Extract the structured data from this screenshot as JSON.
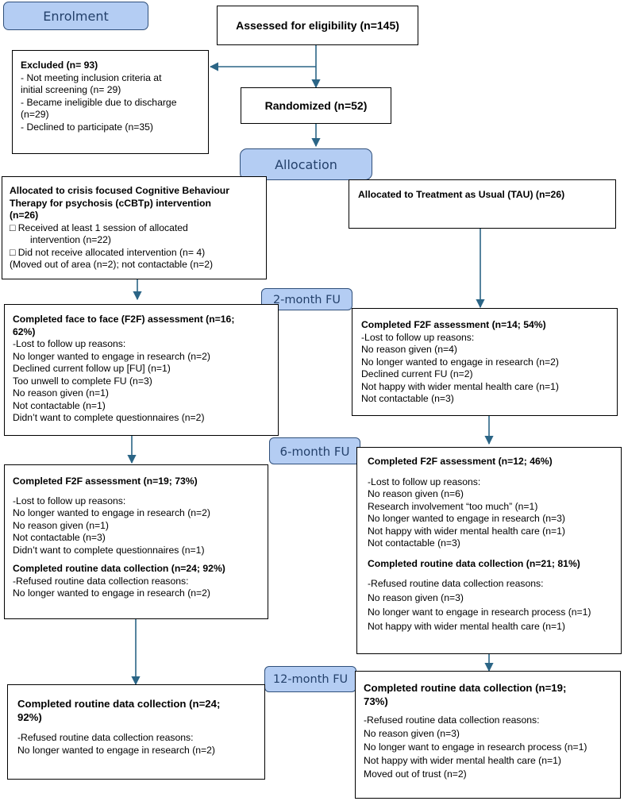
{
  "stages": {
    "enrolment": "Enrolment",
    "allocation": "Allocation",
    "fu2": "2-month FU",
    "fu6": "6-month FU",
    "fu12": "12-month FU"
  },
  "assessed": "Assessed for eligibility (n=145)",
  "randomized": "Randomized (n=52)",
  "excluded": {
    "title": "Excluded (n= 93)",
    "l1": "- Not meeting inclusion criteria at",
    "l2": "initial screening (n= 29)",
    "l3": "- Became ineligible due to discharge",
    "l4": "(n=29)",
    "l5": "-  Declined to participate (n=35)"
  },
  "cbt_alloc": {
    "t1": "Allocated to crisis focused Cognitive Behaviour",
    "t2": "Therapy for psychosis (cCBTp) intervention",
    "t3": "(n=26)",
    "l1": "□ Received at least 1 session of allocated",
    "l2": "intervention (n=22)",
    "l3": "□ Did not receive allocated intervention (n= 4)",
    "l4": "(Moved out of area (n=2); not contactable (n=2)"
  },
  "tau_alloc": "Allocated to Treatment as Usual (TAU) (n=26)",
  "cbt_2m": {
    "t1": "Completed face to face (F2F) assessment (n=16;",
    "t2": "62%)",
    "l1": "-Lost to follow up reasons:",
    "l2": "No longer wanted to engage in research (n=2)",
    "l3": "Declined current follow up [FU] (n=1)",
    "l4": "Too unwell to complete FU (n=3)",
    "l5": "No reason given (n=1)",
    "l6": "Not contactable (n=1)",
    "l7": "Didn’t want to complete questionnaires (n=2)"
  },
  "tau_2m": {
    "t1": "Completed F2F assessment (n=14; 54%)",
    "l1": "-Lost to follow up reasons:",
    "l2": "No reason given (n=4)",
    "l3": "No longer wanted to engage in research (n=2)",
    "l4": "Declined current FU (n=2)",
    "l5": "Not happy with wider mental health care (n=1)",
    "l6": "Not contactable (n=3)"
  },
  "cbt_6m": {
    "t1": "Completed F2F assessment (n=19; 73%)",
    "l1": "-Lost to follow up reasons:",
    "l2": "No longer wanted to engage in research (n=2)",
    "l3": "No reason given (n=1)",
    "l4": "Not contactable (n=3)",
    "l5": "Didn’t want to complete questionnaires (n=1)",
    "t2": "Completed routine data collection (n=24; 92%)",
    "l6": "-Refused routine data collection reasons:",
    "l7": "No longer wanted to engage in research (n=2)"
  },
  "tau_6m": {
    "t1": "Completed F2F assessment (n=12; 46%)",
    "l1": "-Lost to follow up reasons:",
    "l2": "No reason given (n=6)",
    "l3": "Research involvement “too much” (n=1)",
    "l4": "No longer wanted to engage in research (n=3)",
    "l5": "Not happy with wider mental health care (n=1)",
    "l6": "Not contactable (n=3)",
    "t2": "Completed routine data collection (n=21; 81%)",
    "l7": "-Refused routine data collection reasons:",
    "l8": "No reason given (n=3)",
    "l9": "No longer want to engage in research process (n=1)",
    "l10": "Not happy with wider mental health care (n=1)"
  },
  "cbt_12m": {
    "t1": "Completed routine data collection (n=24;",
    "t2": "92%)",
    "l1": "-Refused routine data collection reasons:",
    "l2": "No longer wanted to engage in research (n=2)"
  },
  "tau_12m": {
    "t1": "Completed routine data collection (n=19;",
    "t2": "73%)",
    "l1": "-Refused routine data collection reasons:",
    "l2": "No reason given (n=3)",
    "l3": "No longer want to engage in research process (n=1)",
    "l4": "Not happy with wider mental health care (n=1)",
    "l5": "Moved out of trust (n=2)"
  },
  "colors": {
    "stage_fill": "#b4cdf3",
    "stage_text": "#24416b",
    "arrow": "#2b6586"
  }
}
